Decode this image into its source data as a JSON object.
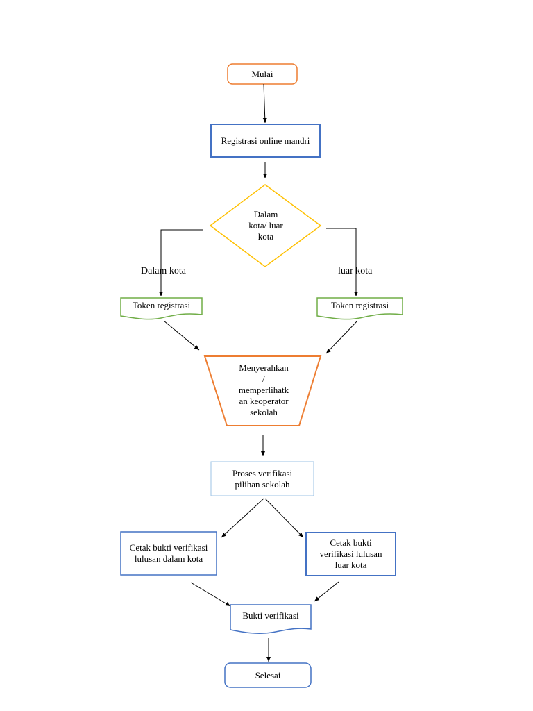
{
  "colors": {
    "terminal": "#ed7d31",
    "process_blue": "#4472c4",
    "decision": "#ffc000",
    "document_green": "#70ad47",
    "manual": "#ed7d31",
    "process_light": "#9dc3e6",
    "end_blue": "#4472c4",
    "line": "#000000"
  },
  "nodes": {
    "mulai": "Mulai",
    "registrasi": "Registrasi online mandri",
    "decision": "Dalam\nkota/ luar\nkota",
    "token_left": "Token registrasi",
    "token_right": "Token registrasi",
    "menyerahkan": "Menyerahkan\n/\nmemperlihatk\nan keoperator\nsekolah",
    "proses": "Proses verifikasi\npilihan sekolah",
    "cetak_dalam": "Cetak bukti verifikasi\nlulusan dalam kota",
    "cetak_luar": "Cetak bukti\nverifikasi lulusan\nluar kota",
    "bukti": "Bukti verifikasi",
    "selesai": "Selesai"
  },
  "edges": {
    "dalam_kota": "Dalam kota",
    "luar_kota": "luar kota"
  }
}
